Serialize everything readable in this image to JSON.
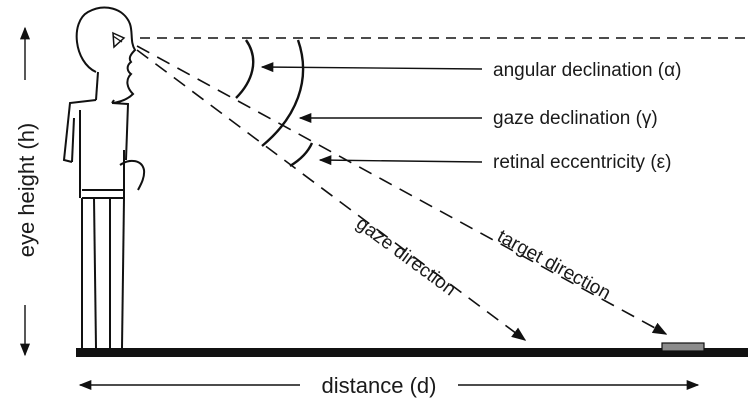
{
  "labels": {
    "angular_declination": "angular declination (α)",
    "gaze_declination": "gaze declination (γ)",
    "retinal_eccentricity": "retinal eccentricity (ε)",
    "gaze_direction": "gaze direction",
    "target_direction": "target direction",
    "distance": "distance (d)",
    "eye_height": "eye height (h)"
  },
  "colors": {
    "ink": "#111111",
    "ground": "#111111",
    "target_fill": "#8c8c8c"
  }
}
